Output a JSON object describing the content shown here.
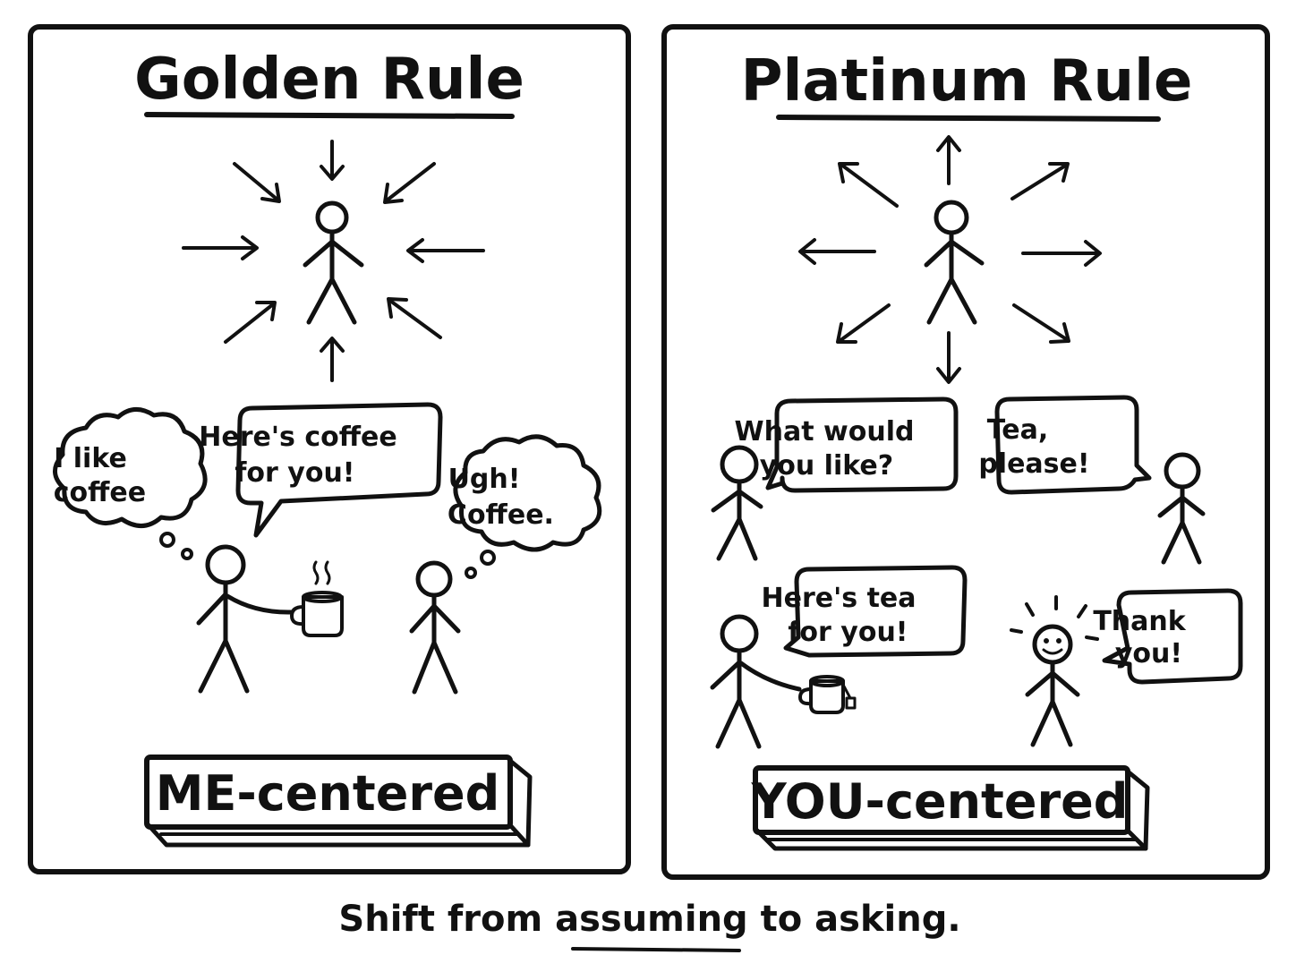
{
  "left_panel": {
    "title": "Golden Rule",
    "thought_me": [
      "I like",
      "coffee"
    ],
    "speech_offer": [
      "Here's coffee",
      "for you!"
    ],
    "thought_other": [
      "Ugh!",
      "Coffee."
    ],
    "tag": "ME-centered"
  },
  "right_panel": {
    "title": "Platinum Rule",
    "speech_ask": [
      "What would",
      "you like?"
    ],
    "speech_answer": [
      "Tea,",
      "please!"
    ],
    "speech_offer": [
      "Here's tea",
      "for you!"
    ],
    "speech_thanks": [
      "Thank",
      "you!"
    ],
    "tag": "YOU-centered"
  },
  "footer": {
    "before": "Shift from ",
    "emphasis": "assuming",
    "after": " to asking."
  }
}
